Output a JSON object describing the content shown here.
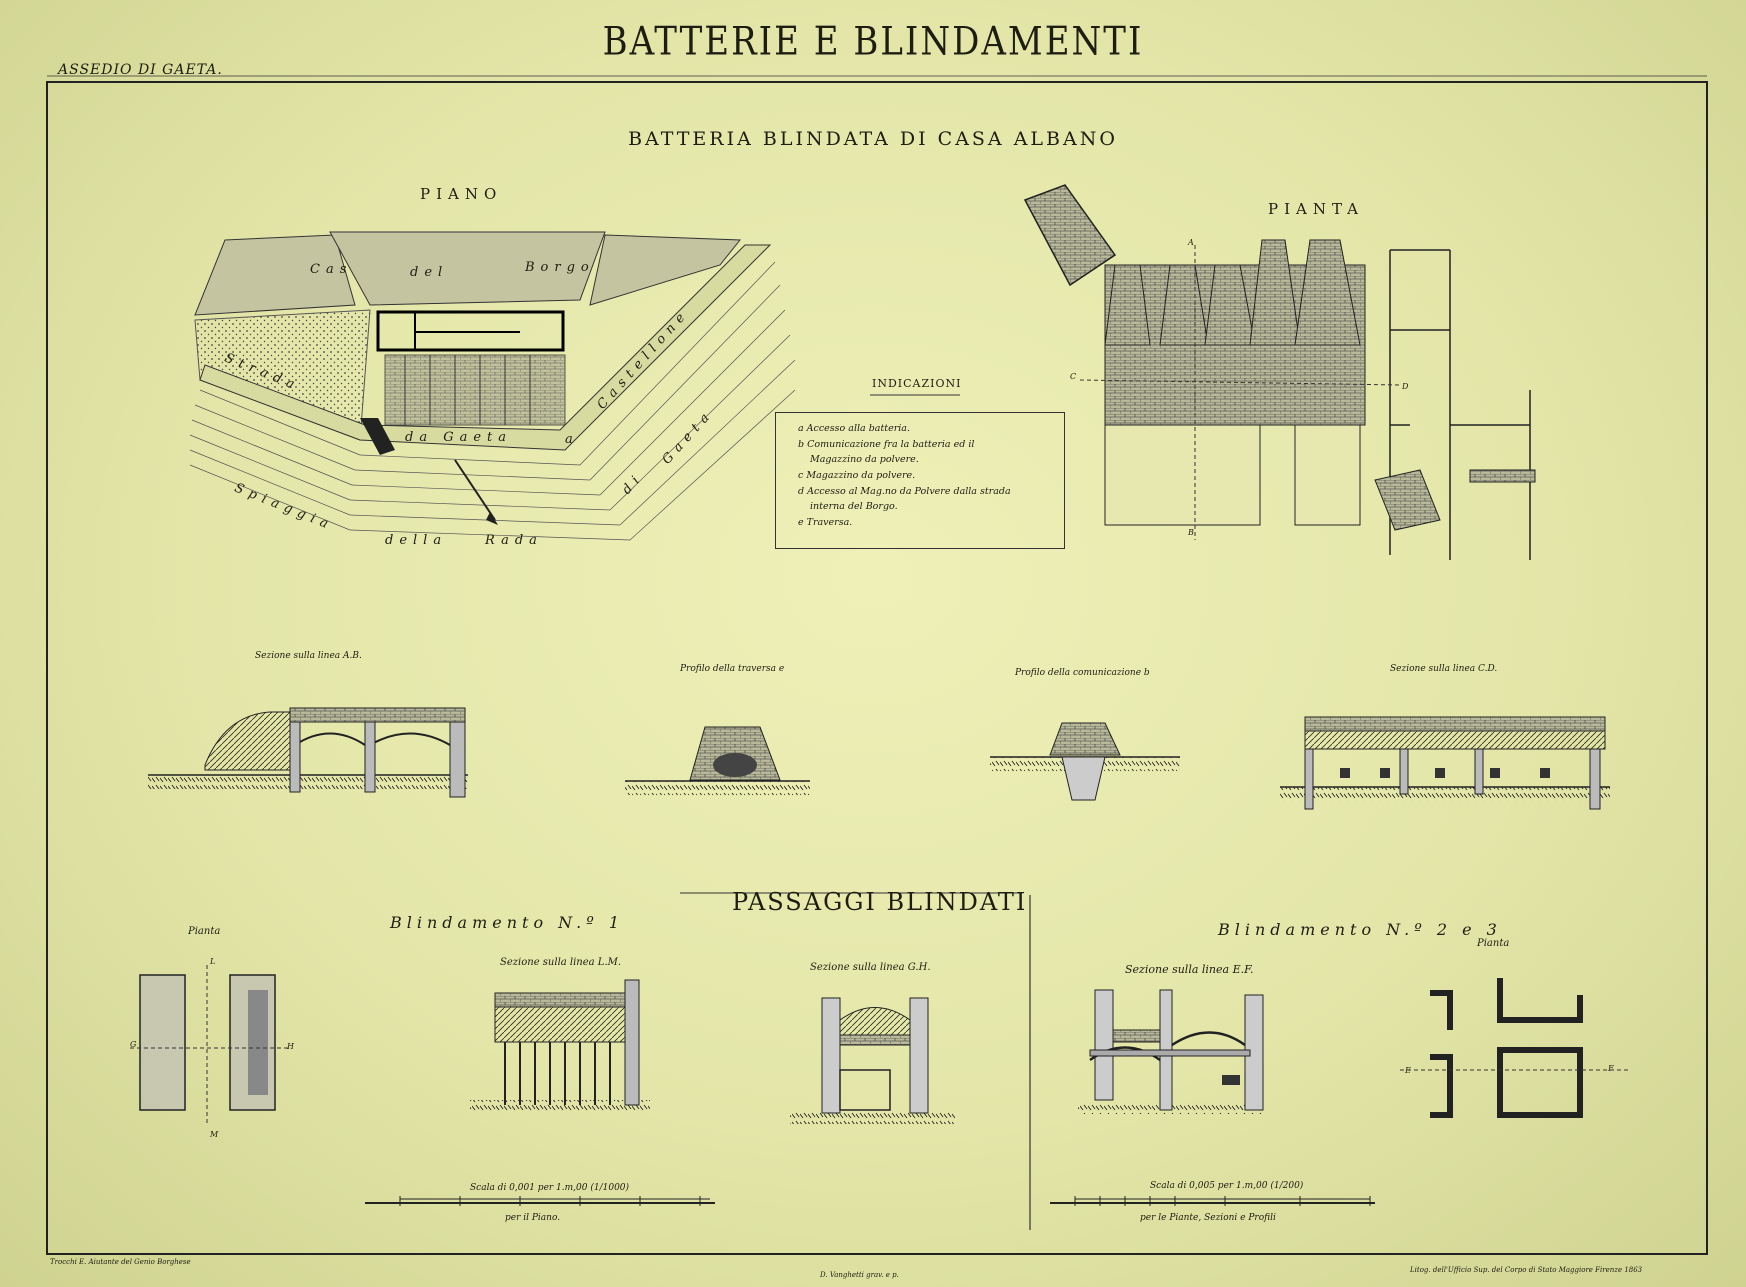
{
  "header": {
    "title": "BATTERIE E BLINDAMENTI",
    "corner_label": "ASSEDIO DI GAETA."
  },
  "battery": {
    "title": "BATTERIA BLINDATA DI CASA ALBANO",
    "piano_label": "PIANO",
    "pianta_label": "PIANTA",
    "map_labels": [
      "Cas",
      "del",
      "Borgo",
      "Strada",
      "da Gaeta",
      "a",
      "Castellone",
      "Spiaggia",
      "della",
      "Rada",
      "di",
      "Gaeta"
    ],
    "plan_letters": [
      "A",
      "B",
      "C",
      "D"
    ]
  },
  "legend": {
    "title": "INDICAZIONI",
    "items": [
      "a  Accesso alla batteria.",
      "b  Comunicazione fra la batteria ed il",
      "Magazzino da polvere.",
      "c  Magazzino da polvere.",
      "d  Accesso al Mag.no da Polvere dalla strada",
      "interna del Borgo.",
      "e  Traversa."
    ]
  },
  "sections": {
    "ab": "Sezione sulla linea A.B.",
    "travers": "Profilo della traversa e",
    "comunicazione": "Profilo della comunicazione b",
    "cd": "Sezione sulla linea C.D."
  },
  "passaggi": {
    "title": "PASSAGGI BLINDATI",
    "bl1": "Blindamento N.º 1",
    "bl2": "Blindamento N.º 2 e 3",
    "pianta": "Pianta",
    "lm": "Sezione sulla linea L.M.",
    "gh": "Sezione sulla linea G.H.",
    "ef": "Sezione sulla linea E.F.",
    "pianta2": "Pianta",
    "letters": [
      "L",
      "M",
      "G",
      "H",
      "E",
      "F"
    ]
  },
  "scales": {
    "left_title": "Scala di 0,001 per 1.m,00 (1/1000)",
    "left_sub": "per il Piano.",
    "right_title": "Scala di 0,005 per 1.m,00 (1/200)",
    "right_sub": "per le Piante, Sezioni e Profili"
  },
  "footer": {
    "left": "Trocchi E. Aiutante del Genio Borghese",
    "center": "D. Vanghetti grav. e p.",
    "right": "Litog. dell'Ufficio Sup. del Corpo di Stato Maggiore Firenze 1863"
  }
}
